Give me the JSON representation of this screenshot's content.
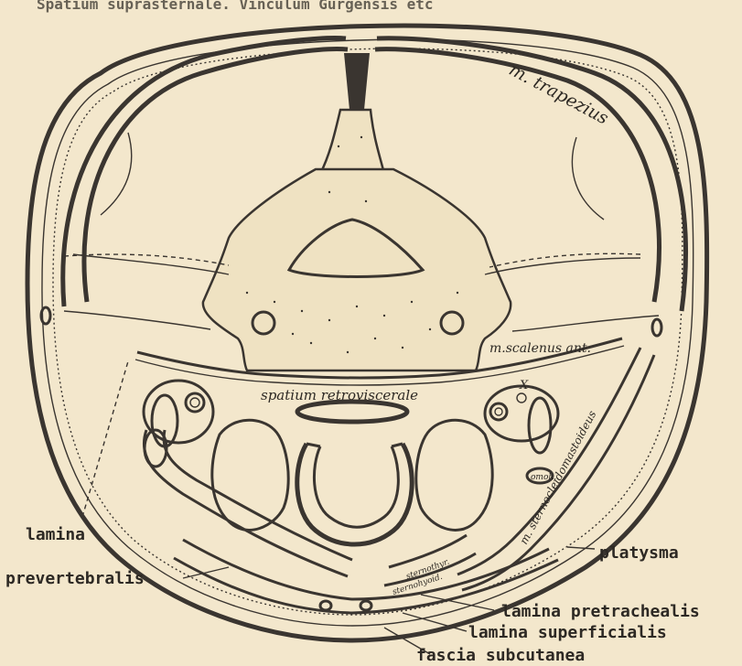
{
  "header_text": "Spatium suprasternale. Vinculum Gurgensis etc",
  "labels": {
    "m_trapezius": "m. trapezius",
    "m_scalenus_ant": "m.scalenus ant.",
    "spatium_retroviscerale": "spatium retroviscerale",
    "m_sternocleidomastoideus": "m. sternocleidomastoideus",
    "sternothyr": "sternothyr.",
    "sternohyoid": "sternohyoid.",
    "omoh": "omoh.",
    "roman_x": "X",
    "lamina": "lamina",
    "prevertebralis": "prevertebralis",
    "platysma": "platysma",
    "lamina_pretrachealis": "lamina pretrachealis",
    "lamina_superficialis": "lamina superficialis",
    "fascia_subcutanea": "fascia subcutanea"
  },
  "colors": {
    "paper": "#f3e7cc",
    "ink": "#3a3530"
  }
}
